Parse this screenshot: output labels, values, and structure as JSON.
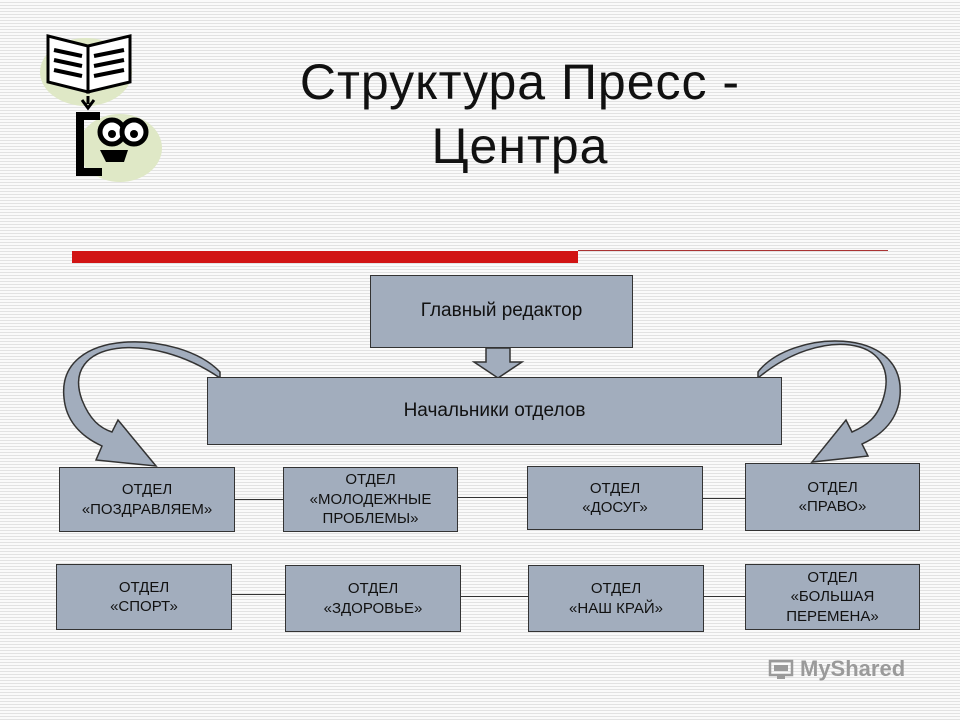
{
  "title": {
    "line1": "Структура Пресс -",
    "line2": "Центра"
  },
  "chief": "Главный редактор",
  "heads": "Начальники отделов",
  "departments_row1": [
    {
      "line1": "ОТДЕЛ",
      "line2": "«ПОЗДРАВЛЯЕМ»"
    },
    {
      "line1": "ОТДЕЛ",
      "line2": "«МОЛОДЕЖНЫЕ",
      "line3": "ПРОБЛЕМЫ»"
    },
    {
      "line1": "ОТДЕЛ",
      "line2": "«ДОСУГ»"
    },
    {
      "line1": "ОТДЕЛ",
      "line2": "«ПРАВО»"
    }
  ],
  "departments_row2": [
    {
      "line1": "ОТДЕЛ",
      "line2": "«СПОРТ»"
    },
    {
      "line1": "ОТДЕЛ",
      "line2": "«ЗДОРОВЬЕ»"
    },
    {
      "line1": "ОТДЕЛ",
      "line2": "«НАШ КРАЙ»"
    },
    {
      "line1": "ОТДЕЛ",
      "line2": "«БОЛЬШАЯ",
      "line3": "ПЕРЕМЕНА»"
    }
  ],
  "watermark": "MyShared",
  "colors": {
    "box": "#a2adbd",
    "accent": "#d11414",
    "arrow": "#a2adbd"
  },
  "icons": [
    "book-icon",
    "face-icon",
    "curved-arrow-icon",
    "down-arrow-icon"
  ]
}
